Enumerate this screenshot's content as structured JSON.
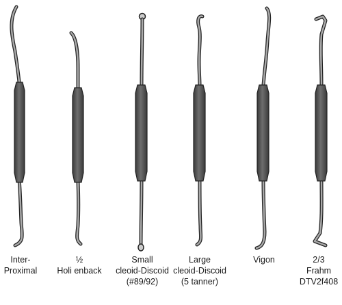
{
  "instruments": [
    {
      "id": "inter-proximal",
      "lines": [
        "Inter-",
        "Proximal"
      ]
    },
    {
      "id": "holi-enback",
      "lines": [
        "½",
        "Holi enback"
      ]
    },
    {
      "id": "small-cleoid-discoid",
      "lines": [
        "Small",
        "cleoid-Discoid",
        "(#89/92)"
      ]
    },
    {
      "id": "large-cleoid-discoid",
      "lines": [
        "Large",
        "cleoid-Discoid",
        "(5 tanner)"
      ]
    },
    {
      "id": "vigon",
      "lines": [
        "Vigon"
      ]
    },
    {
      "id": "frahm",
      "lines": [
        "2/3",
        "Frahm",
        "DTV2f408"
      ]
    }
  ],
  "colors": {
    "handle": "#4a4a4a",
    "handle_highlight": "#6b6b6b",
    "shank": "#9a9a9a",
    "outline": "#222222"
  }
}
